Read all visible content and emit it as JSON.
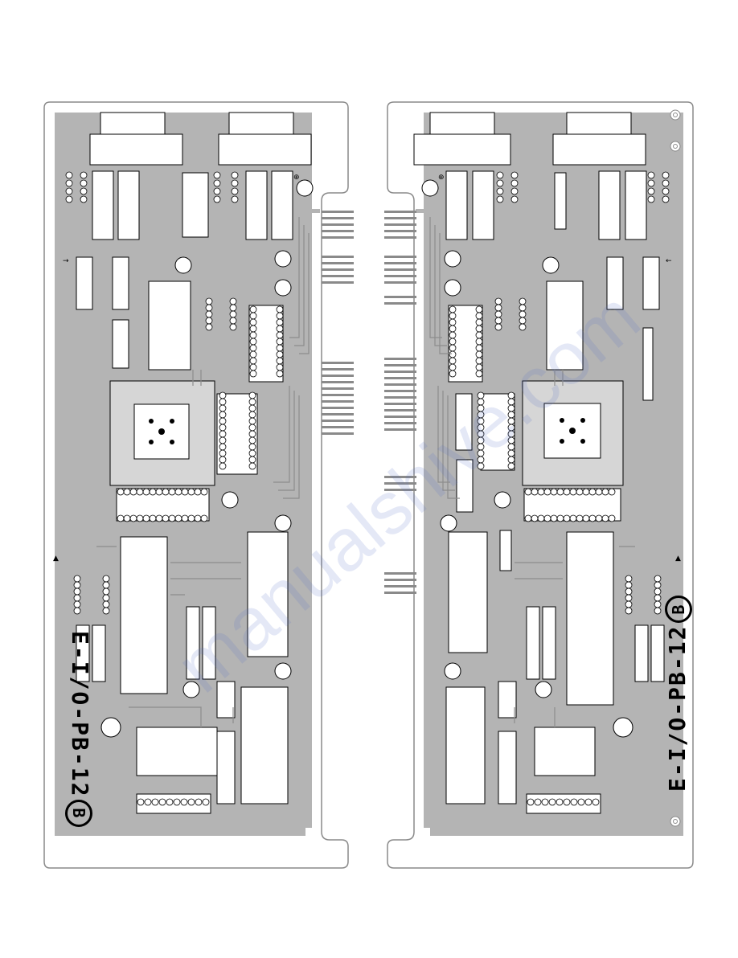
{
  "boards": {
    "left": {
      "label_text": "E-I/O-PB-12",
      "label_suffix": "B",
      "side": "component"
    },
    "right": {
      "label_text": "E-I/O-PB-12",
      "label_suffix": "B",
      "side": "solder"
    }
  },
  "marks": {
    "polarity": "⊕",
    "arrow_left": "→",
    "arrow_right": "←",
    "small_ref": "▲"
  },
  "colors": {
    "copper": "#b4b4b4",
    "outline": "#8a8a8a",
    "silk": "#000000",
    "pad": "#ffffff"
  },
  "watermark_text": "manualshive.com"
}
